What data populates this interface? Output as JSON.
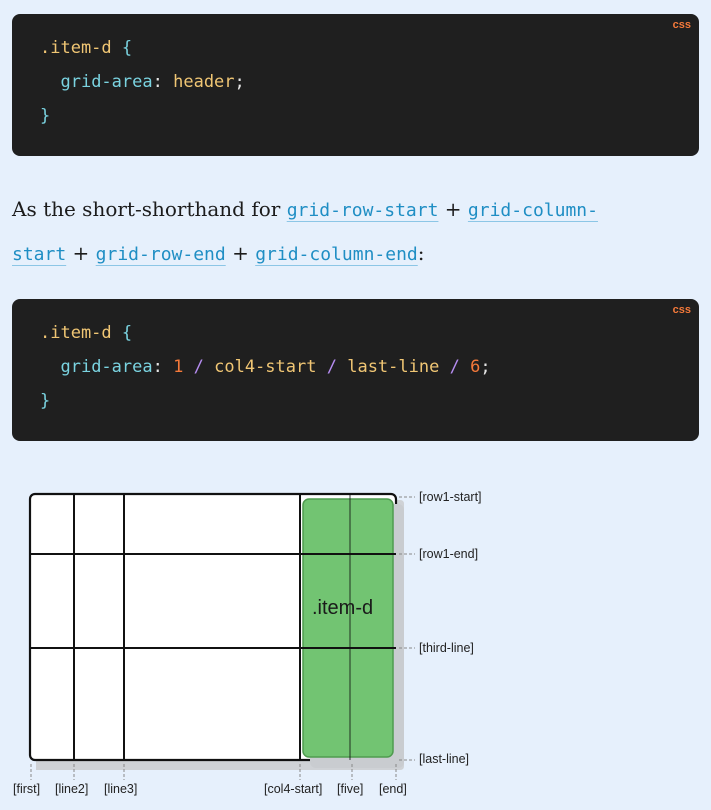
{
  "code_block_1": {
    "language": "css",
    "selector": ".item-d",
    "open_brace": "{",
    "property": "grid-area",
    "colon": ":",
    "value": "header",
    "semicolon": ";",
    "close_brace": "}"
  },
  "paragraph": {
    "intro": "As the short-shorthand for",
    "plus": "+",
    "colon": ":",
    "terms": [
      "grid-row-start",
      "grid-column-start",
      "grid-row-end",
      "grid-column-end"
    ]
  },
  "code_block_2": {
    "language": "css",
    "selector": ".item-d",
    "open_brace": "{",
    "property": "grid-area",
    "colon": ":",
    "v1": "1",
    "slash": "/",
    "v2": "col4-start",
    "v3": "last-line",
    "v4": "6",
    "semicolon": ";",
    "close_brace": "}"
  },
  "diagram": {
    "item_label": ".item-d",
    "item_color": "#72c472",
    "row_labels": [
      "[row1-start]",
      "[row1-end]",
      "[third-line]",
      "[last-line]"
    ],
    "column_labels": [
      "[first]",
      "[line2]",
      "[line3]",
      "[col4-start]",
      "[five]",
      "[end]"
    ]
  }
}
